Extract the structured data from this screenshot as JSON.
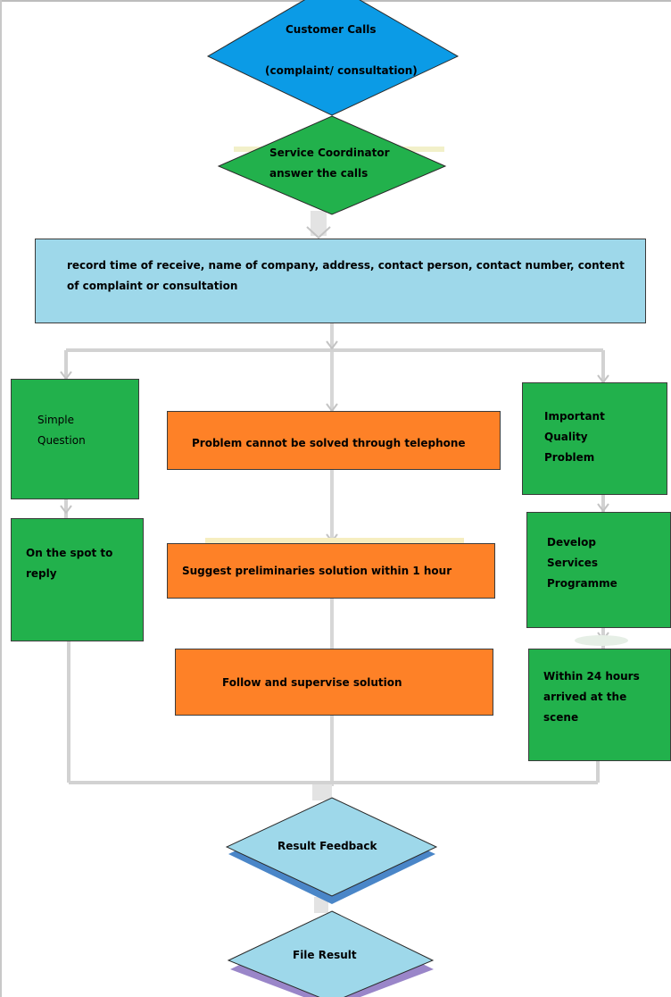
{
  "start": {
    "title": "Customer Calls",
    "subtitle": "(complaint/ consultation)"
  },
  "coordinator": {
    "line1": "Service Coordinator",
    "line2": "answer the calls"
  },
  "record": {
    "line1": "record time of receive, name of company, address, contact person, contact number, content",
    "line2": "of complaint or consultation"
  },
  "left": {
    "simple_line1": "Simple",
    "simple_line2": "Question",
    "reply_line1": "On the spot to",
    "reply_line2": "reply"
  },
  "middle": {
    "problem": "Problem cannot be solved through telephone",
    "suggest": "Suggest preliminaries solution within 1 hour",
    "follow": "Follow and supervise solution"
  },
  "right": {
    "important_line1": "Important",
    "important_line2": "Quality",
    "important_line3": "Problem",
    "develop_line1": "Develop",
    "develop_line2": "Services",
    "develop_line3": "Programme",
    "within_line1": "Within 24 hours",
    "within_line2": "arrived at the",
    "within_line3": "scene"
  },
  "feedback": {
    "label": "Result Feedback"
  },
  "file": {
    "label": "File Result"
  },
  "colors": {
    "green": "#22b14c",
    "orange": "#fe8127",
    "light_blue": "#9ed8ea",
    "start_blue": "#0b9be6",
    "connector": "#cfcfcf"
  }
}
